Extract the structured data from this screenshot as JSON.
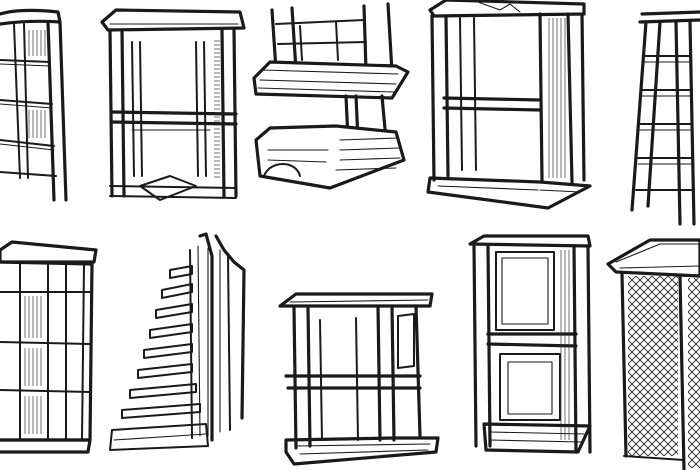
{
  "illustration": {
    "style": "black-ink hand-drawn sketch on white",
    "colors": {
      "background": "#ffffff",
      "ink": "#1a1a1a"
    },
    "objects": [
      "ladder-shelf",
      "open-side-table",
      "bunk-bed-frame",
      "two-tier-cabinet-frame",
      "step-ladder",
      "tall-paneled-cabinet",
      "spiral-staircase",
      "low-open-shelf",
      "double-cabinet-frame",
      "lattice-panel-cabinet"
    ]
  }
}
